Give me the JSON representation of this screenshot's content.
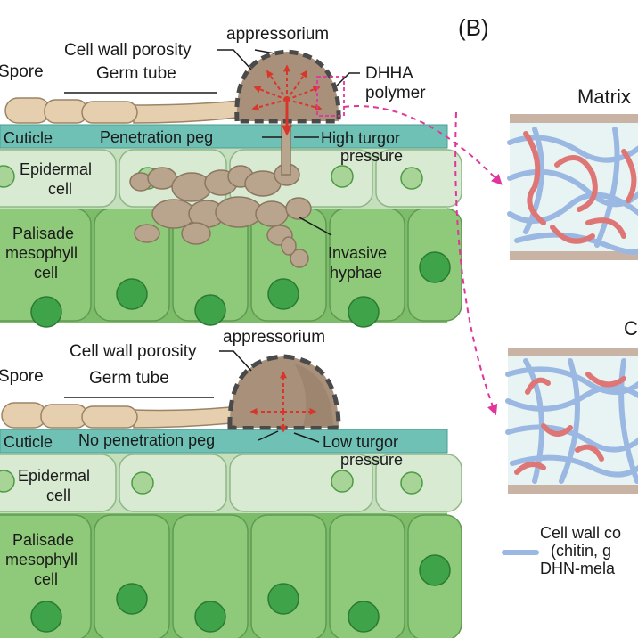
{
  "panel_b_label": "(B)",
  "top": {
    "spore": "Spore",
    "germ_tube": "Germ tube",
    "cell_wall_porosity": "Cell wall porosity",
    "appressorium": "appressorium",
    "dhha_line1": "DHHA",
    "dhha_line2": "polymer",
    "cuticle": "Cuticle",
    "peg": "Penetration peg",
    "turgor_line1": "High turgor",
    "turgor_line2": "pressure",
    "epidermal_line1": "Epidermal",
    "epidermal_line2": "cell",
    "palisade_line1": "Palisade",
    "palisade_line2": "mesophyll",
    "palisade_line3": "cell",
    "invasive_line1": "Invasive",
    "invasive_line2": "hyphae"
  },
  "bottom": {
    "spore": "Spore",
    "germ_tube": "Germ tube",
    "cell_wall_porosity": "Cell wall porosity",
    "appressorium": "appressorium",
    "cuticle": "Cuticle",
    "peg": "No penetration peg",
    "turgor_line1": "Low turgor",
    "turgor_line2": "pressure",
    "epidermal_line1": "Epidermal",
    "epidermal_line2": "cell",
    "palisade_line1": "Palisade",
    "palisade_line2": "mesophyll",
    "palisade_line3": "cell"
  },
  "right": {
    "matrix_title": "Matrix",
    "bottom_title_partial": "C",
    "legend_line1": "Cell wall co",
    "legend_line2": "(chitin, g",
    "legend_line3": "DHN-mela"
  },
  "colors": {
    "cuticle": "#6fc1b6",
    "epidermal": "#d9ead3",
    "palisade": "#8fca7a",
    "chloroplast": "#3fa34a",
    "fungus": "#b9a48d",
    "spore": "#e6cfae",
    "arrow_red": "#d9362b",
    "magenta": "#e0359b",
    "fiber_blue": "#9bb8e3",
    "fiber_red": "#de7676",
    "matrix_bg": "#e7f4f3",
    "matrix_edge": "#c8b3a5"
  }
}
